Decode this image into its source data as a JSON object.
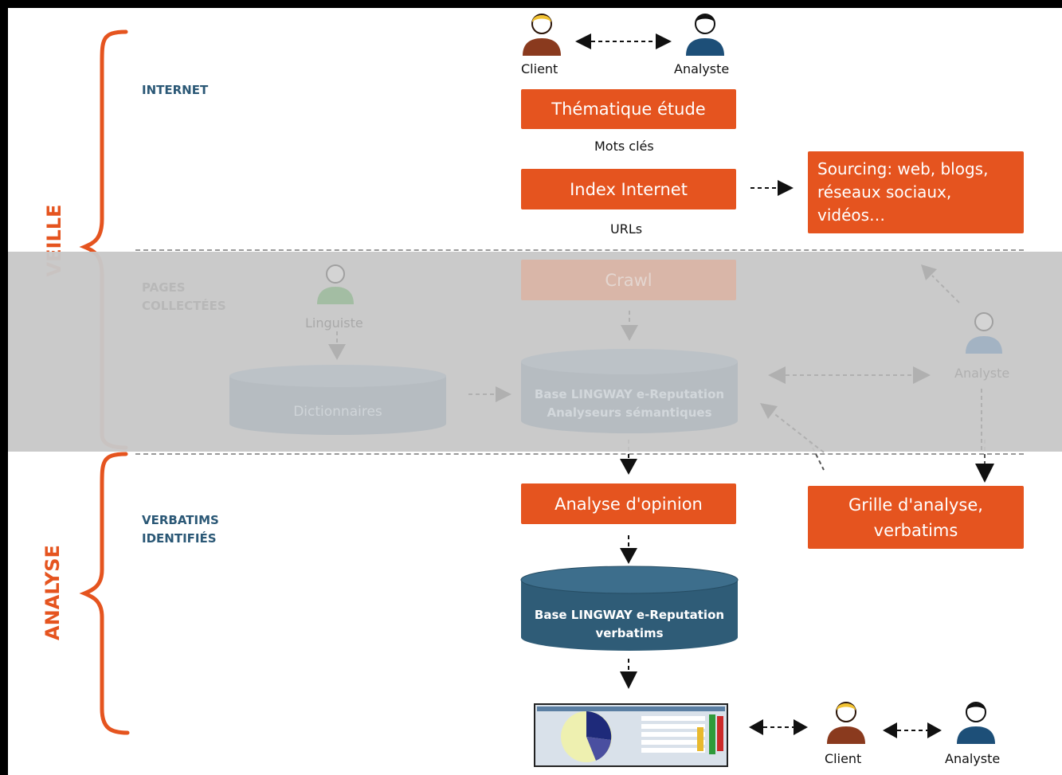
{
  "sections": {
    "veille": "VEILLE",
    "analyse": "ANALYSE",
    "internet": "INTERNET",
    "pages_collectees": [
      "PAGES",
      "COLLECTÉES"
    ],
    "verbatims_identifies": [
      "VERBATIMS",
      "IDENTIFIÉS"
    ]
  },
  "top_people": {
    "client": "Client",
    "analyste": "Analyste"
  },
  "boxes": {
    "thematique": "Thématique étude",
    "index": "Index Internet",
    "sourcing": [
      "Sourcing: web, blogs,",
      "réseaux sociaux,",
      "vidéos…"
    ],
    "crawl": "Crawl",
    "analyse_opinion": "Analyse d'opinion",
    "grille": [
      "Grille d'analyse,",
      "verbatims"
    ]
  },
  "labels": {
    "mots_cles": "Mots clés",
    "urls": "URLs"
  },
  "faded": {
    "linguiste": "Linguiste",
    "analyste": "Analyste",
    "dictionnaires": "Dictionnaires",
    "base_semantique": [
      "Base LINGWAY e-Reputation",
      "Analyseurs sémantiques"
    ]
  },
  "base_verbatims": [
    "Base LINGWAY e-Reputation",
    "verbatims"
  ],
  "bottom_people": {
    "client": "Client",
    "analyste": "Analyste"
  },
  "colors": {
    "accent": "#e5541f",
    "section_blue": "#2b5876",
    "cylinder": "#2f5c77",
    "client_person": "#8a3a1e",
    "analyste_person": "#1d4f78"
  }
}
